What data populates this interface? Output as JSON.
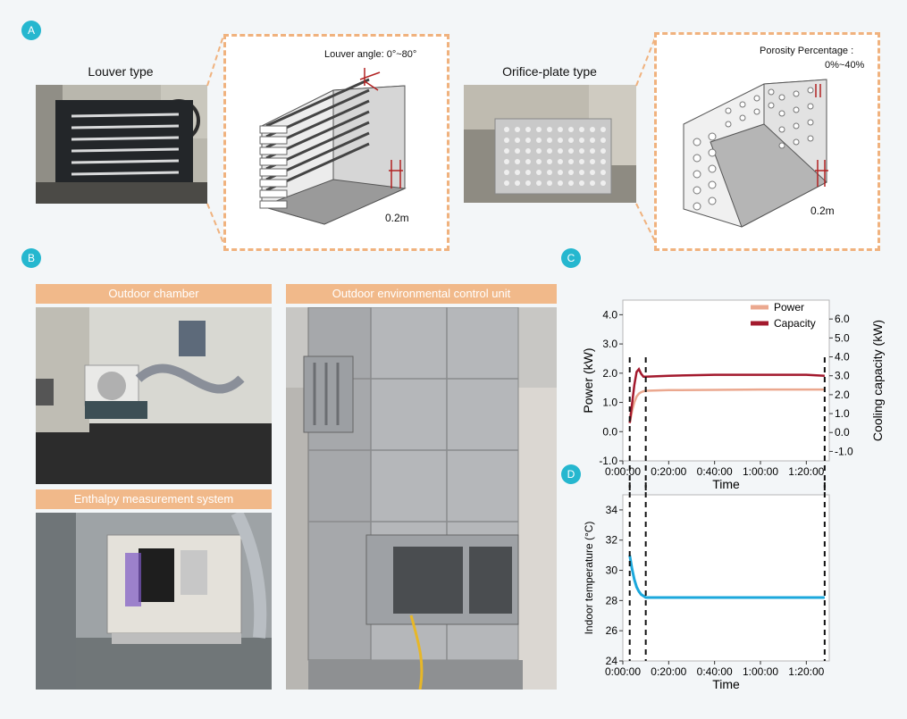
{
  "panels": {
    "a": "A",
    "b": "B",
    "c": "C",
    "d": "D"
  },
  "panel_a": {
    "louver_caption": "Louver type",
    "louver_angle": "Louver angle: 0°~80°",
    "louver_dim": "0.2m",
    "orifice_caption": "Orifice-plate type",
    "porosity_line1": "Porosity Percentage :",
    "porosity_line2": "0%~40%",
    "orifice_dim": "0.2m"
  },
  "panel_b": {
    "outdoor_chamber": "Outdoor chamber",
    "enthalpy_system": "Enthalpy measurement system",
    "control_unit": "Outdoor environmental control unit"
  },
  "colors": {
    "accent": "#25b7cf",
    "dash": "#f0b27e",
    "power": "#eba88f",
    "capacity": "#a3192d",
    "temperature": "#1ca8dc"
  },
  "chart_data": [
    {
      "type": "line",
      "xlabel": "Time",
      "ylabel": "Power (kW)",
      "y2label": "Cooling capacity (kW)",
      "xticks": [
        "0:00:00",
        "0:20:00",
        "0:40:00",
        "1:00:00",
        "1:20:00"
      ],
      "x_minutes_range": [
        0,
        90
      ],
      "ylim": [
        -1.0,
        4.5
      ],
      "yticks": [
        "-1.0",
        "0.0",
        "1.0",
        "2.0",
        "3.0",
        "4.0"
      ],
      "y2lim": [
        -1.5,
        7.0
      ],
      "y2ticks": [
        "-1.0",
        "0.0",
        "1.0",
        "2.0",
        "3.0",
        "4.0",
        "5.0",
        "6.0"
      ],
      "legend": "top-right",
      "series": [
        {
          "name": "Power",
          "axis": "left",
          "x": [
            3,
            4,
            5,
            6,
            7,
            8,
            9,
            10,
            20,
            40,
            60,
            80,
            88
          ],
          "y": [
            0.3,
            0.7,
            1.0,
            1.2,
            1.3,
            1.35,
            1.38,
            1.4,
            1.42,
            1.43,
            1.44,
            1.44,
            1.44
          ]
        },
        {
          "name": "Capacity",
          "axis": "right",
          "x": [
            3,
            4,
            5,
            6,
            7,
            8,
            9,
            10,
            20,
            40,
            60,
            80,
            88
          ],
          "y": [
            0.5,
            1.5,
            2.5,
            3.2,
            3.35,
            3.1,
            2.95,
            2.95,
            3.0,
            3.05,
            3.05,
            3.05,
            3.0
          ]
        }
      ],
      "vlines_minutes": [
        3,
        10,
        88
      ]
    },
    {
      "type": "line",
      "xlabel": "Time",
      "ylabel": "Indoor temperature (°C)",
      "xticks": [
        "0:00:00",
        "0:20:00",
        "0:40:00",
        "1:00:00",
        "1:20:00"
      ],
      "x_minutes_range": [
        0,
        90
      ],
      "ylim": [
        24,
        35
      ],
      "yticks": [
        "24",
        "26",
        "28",
        "30",
        "32",
        "34"
      ],
      "series": [
        {
          "name": "",
          "x": [
            3,
            4,
            5,
            6,
            7,
            8,
            9,
            10,
            20,
            40,
            60,
            80,
            88
          ],
          "y": [
            31.0,
            30.1,
            29.4,
            28.9,
            28.6,
            28.4,
            28.3,
            28.2,
            28.2,
            28.2,
            28.2,
            28.2,
            28.2
          ]
        }
      ],
      "vlines_minutes": [
        3,
        10,
        88
      ]
    }
  ]
}
